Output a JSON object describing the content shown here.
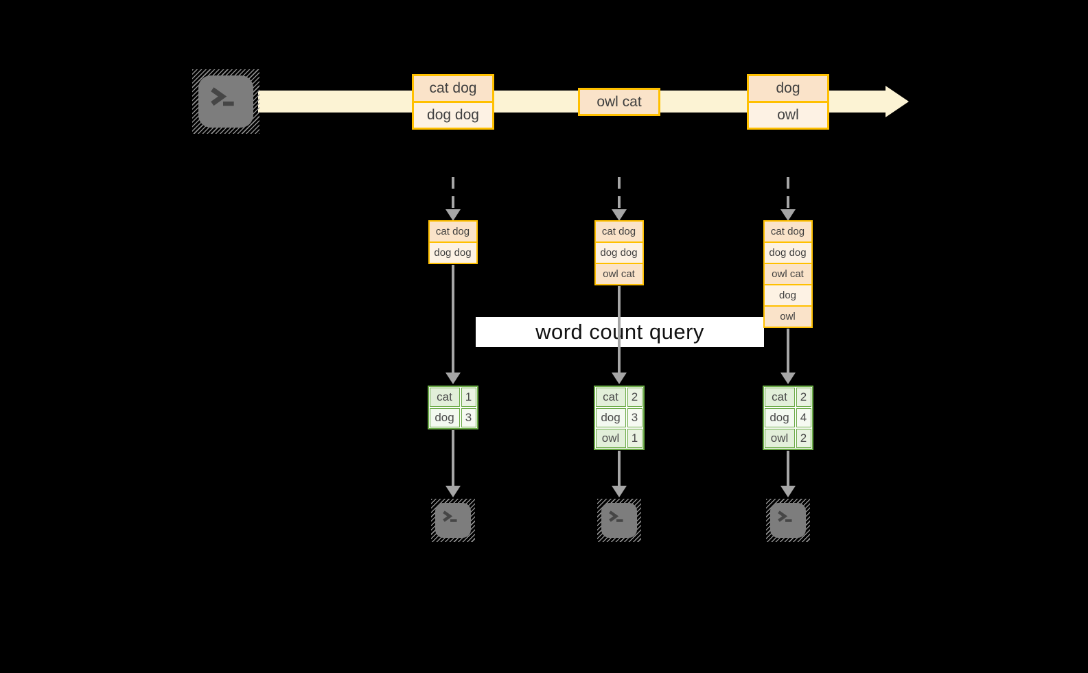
{
  "query_label": "word count query",
  "colors": {
    "stream_band": "#fcf3d4",
    "event_border": "#ffc000",
    "event_fill_dark": "#fae3c9",
    "event_fill_light": "#fdf2e4",
    "table_border": "#6aaa46",
    "table_fill_dark": "#e2efd9",
    "table_fill_light": "#f3f9f0",
    "table_fill_dark_num": "#eaf3e2",
    "table_fill_light_num": "#f6faf2",
    "arrow_gray": "#a6a6a6",
    "terminal_gray": "#7d7d7d",
    "text_dark": "#3f3f3f",
    "label_bg": "#ffffff",
    "label_text": "#111111"
  },
  "icons": {
    "source": "terminal-icon",
    "consumers": "terminal-icon",
    "stream_end": "right-arrowhead-icon",
    "flow": "down-arrow-icon"
  },
  "stream": {
    "events": [
      {
        "lines": [
          "cat dog",
          "dog dog"
        ]
      },
      {
        "lines": [
          "owl cat"
        ]
      },
      {
        "lines": [
          "dog",
          "owl"
        ]
      }
    ]
  },
  "columns": [
    {
      "buffer": [
        "cat dog",
        "dog dog"
      ],
      "counts": {
        "rows": [
          {
            "word": "cat",
            "count": "1"
          },
          {
            "word": "dog",
            "count": "3"
          }
        ]
      }
    },
    {
      "buffer": [
        "cat dog",
        "dog dog",
        "owl cat"
      ],
      "counts": {
        "rows": [
          {
            "word": "cat",
            "count": "2"
          },
          {
            "word": "dog",
            "count": "3"
          },
          {
            "word": "owl",
            "count": "1"
          }
        ]
      }
    },
    {
      "buffer": [
        "cat dog",
        "dog dog",
        "owl cat",
        "dog",
        "owl"
      ],
      "counts": {
        "rows": [
          {
            "word": "cat",
            "count": "2"
          },
          {
            "word": "dog",
            "count": "4"
          },
          {
            "word": "owl",
            "count": "2"
          }
        ]
      }
    }
  ]
}
